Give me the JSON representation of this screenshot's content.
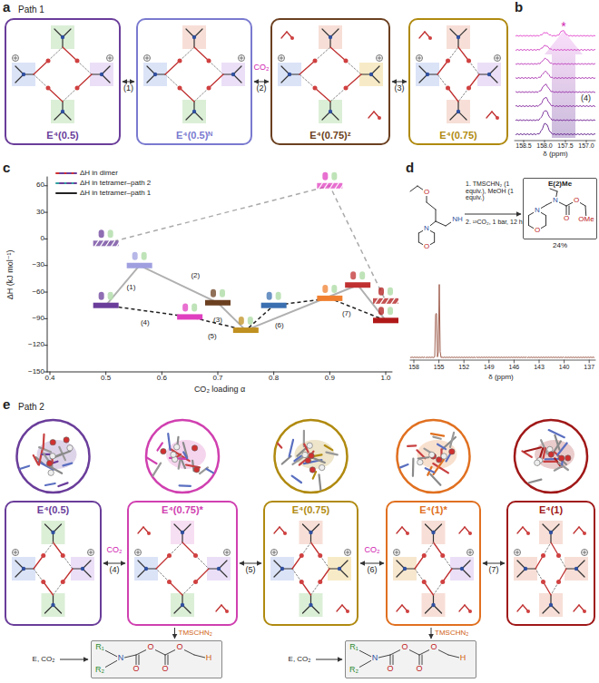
{
  "diagram": {
    "nodes": [
      {
        "text": [
          "E⁴(0.5)"
        ]
      },
      {
        "text": [
          "E⁴(0.5)ᴺ"
        ]
      },
      {
        "text": [
          "E⁴(0.75)ᶻ"
        ]
      },
      {
        "text": [
          "E⁴(0.75)"
        ]
      },
      {
        "text": [
          "E(2)Me",
          "N",
          "O",
          "N",
          "O",
          "O",
          "OMe"
        ]
      },
      {
        "text": [
          "E⁴(0.5)"
        ]
      },
      {
        "text": [
          "E⁴(0.75)*"
        ]
      },
      {
        "text": [
          "E⁴(0.75)"
        ]
      },
      {
        "text": [
          "E⁴(1)*"
        ]
      },
      {
        "text": [
          "E⁴(1)"
        ]
      },
      {
        "text": [
          "R₁",
          "N",
          "R₂",
          "O",
          "O",
          "O",
          "O",
          "H"
        ]
      },
      {
        "text": [
          "R₁",
          "N",
          "R₂",
          "O",
          "O",
          "O",
          "O",
          "H"
        ]
      }
    ],
    "edges": [
      {
        "from": 0,
        "to": 1,
        "arrow": "both",
        "label": "(1)"
      },
      {
        "from": 1,
        "to": 2,
        "arrow": "both",
        "label": "(2)"
      },
      {
        "from": 2,
        "to": 3,
        "arrow": "both",
        "label": "(3)"
      },
      {
        "from": 5,
        "to": 6,
        "arrow": "both",
        "label": "(4)"
      },
      {
        "from": 6,
        "to": 7,
        "arrow": "both",
        "label": "(5)"
      },
      {
        "from": 7,
        "to": 8,
        "arrow": "both",
        "label": "(6)"
      },
      {
        "from": 8,
        "to": 9,
        "arrow": "both",
        "label": "(7)"
      },
      {
        "from": 6,
        "to": 10,
        "arrow": "to",
        "label": "TMSCHN₂"
      },
      {
        "from": 8,
        "to": 11,
        "arrow": "to",
        "label": "TMSCHN₂"
      }
    ],
    "labels": [
      "a",
      "Path 1",
      "CO₂",
      "b",
      "*",
      "(4)",
      "158.5",
      "158.0",
      "157.5",
      "157.0",
      "δ (ppm)",
      "c",
      "ΔH (kJ mol⁻¹)",
      "60",
      "30",
      "0",
      "−30",
      "−60",
      "−90",
      "−120",
      "−150",
      "0.4",
      "0.5",
      "0.6",
      "0.7",
      "0.8",
      "0.9",
      "1.0",
      "CO₂ loading α",
      "(1)",
      "(2)",
      "(3)",
      "(4)",
      "(5)",
      "(6)",
      "(7)",
      "d",
      "1. TMSCHN₂ (1 equiv.), MeOH (1 equiv.)",
      "2. ¹³CO₂, 1 bar, 12 h",
      "O",
      "N",
      "NH",
      "O",
      "24%",
      "158",
      "155",
      "152",
      "149",
      "146",
      "143",
      "140",
      "137",
      "δ (ppm)",
      "e",
      "Path 2",
      "CO₂",
      "CO₂",
      "E, CO₂",
      "E, CO₂"
    ],
    "legend": [
      {
        "text": "ΔH in dimer"
      },
      {
        "text": "ΔH in tetramer–path 2"
      },
      {
        "text": "ΔH in tetramer–path 1"
      }
    ]
  }
}
